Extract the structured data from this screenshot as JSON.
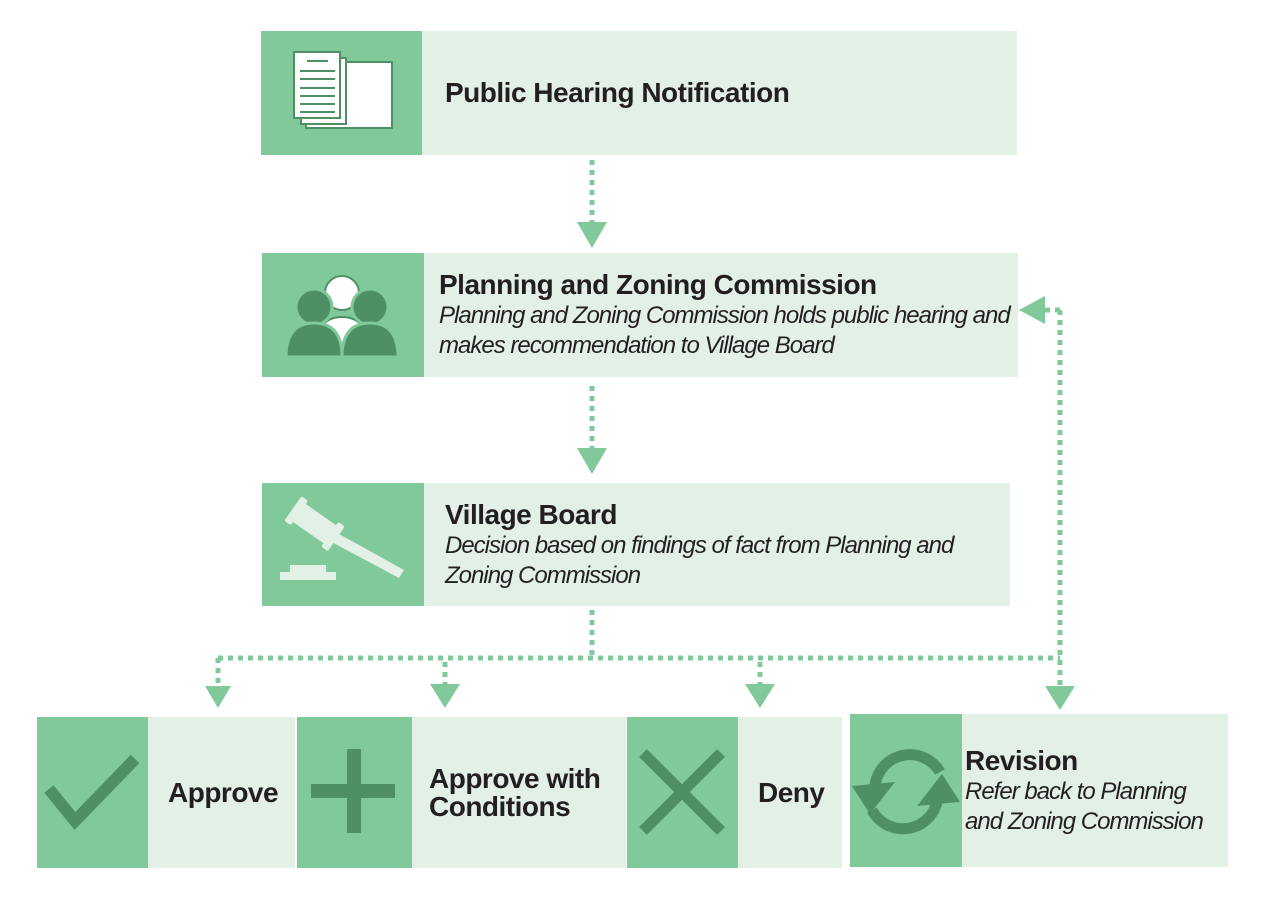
{
  "steps": {
    "notification": {
      "title": "Public Hearing Notification",
      "icon": "documents-icon"
    },
    "commission": {
      "title": "Planning and Zoning Commission",
      "description": "Planning and Zoning Commission holds public hearing and makes recommendation to Village Board",
      "icon": "people-icon"
    },
    "board": {
      "title": "Village Board",
      "description": "Decision based on findings of fact from Planning and Zoning Commission",
      "icon": "gavel-icon"
    }
  },
  "outcomes": {
    "approve": {
      "title": "Approve",
      "icon": "checkmark-icon"
    },
    "conditions": {
      "title": "Approve with Conditions",
      "icon": "plus-icon"
    },
    "deny": {
      "title": "Deny",
      "icon": "x-icon"
    },
    "revision": {
      "title": "Revision",
      "description": "Refer back to Planning and Zoning Commission",
      "icon": "refresh-icon"
    }
  },
  "colors": {
    "icon_bg": "#81c99b",
    "text_bg": "#e2f0e6",
    "icon_fg": "#4e8f65",
    "connector": "#81c99b"
  }
}
